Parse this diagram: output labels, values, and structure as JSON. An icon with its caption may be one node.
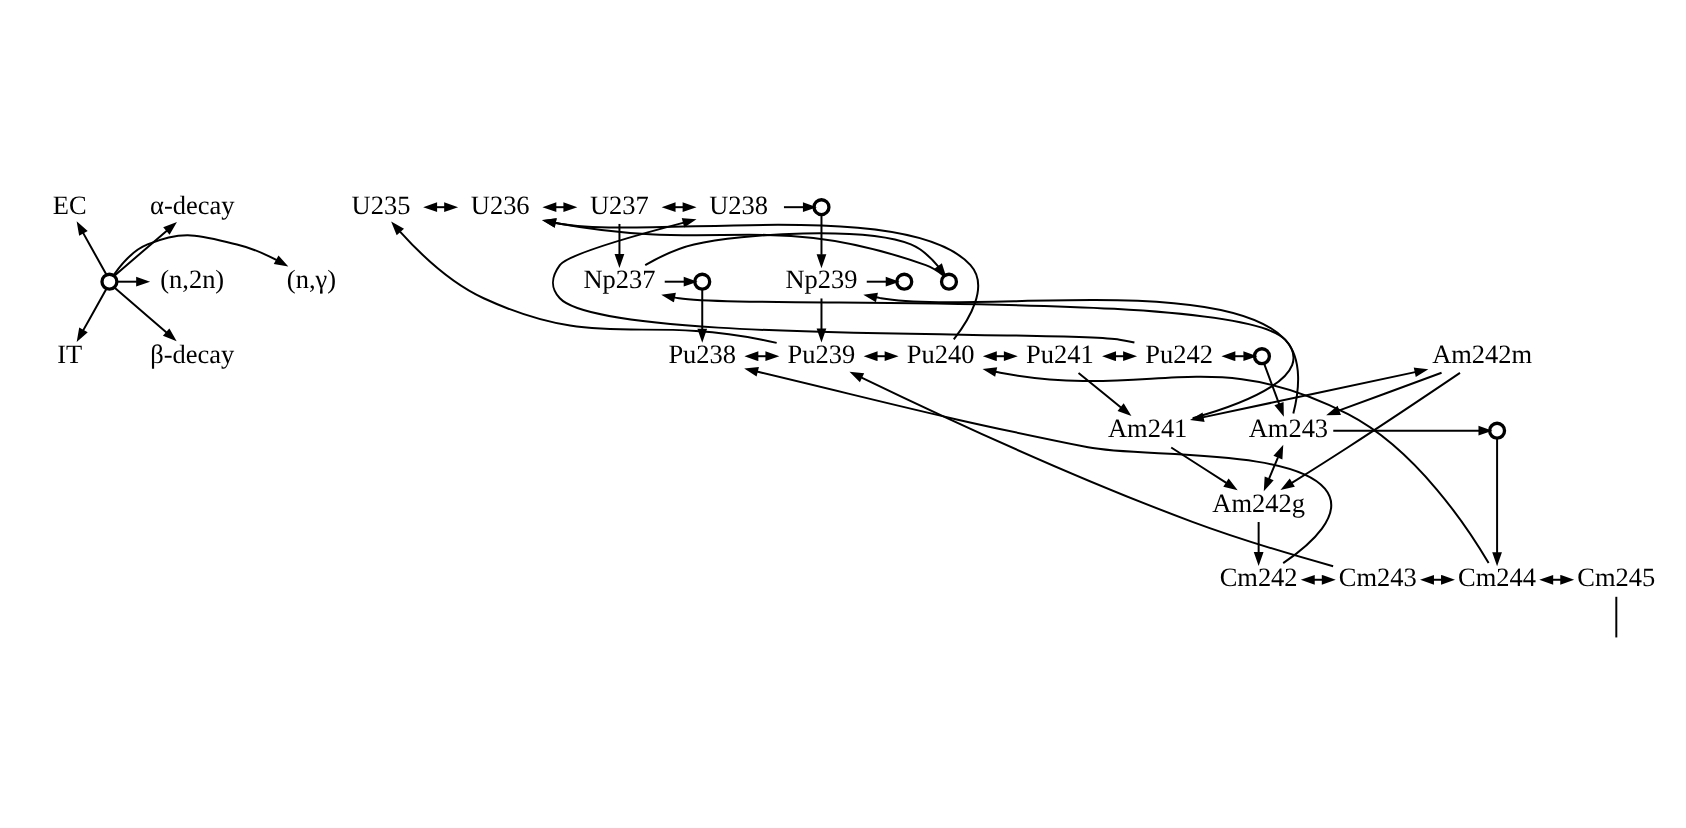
{
  "diagram": {
    "nodes": [
      {
        "text": [
          "α-decay"
        ]
      },
      {
        "text": [
          "EC"
        ]
      },
      {
        "text": [
          "(n,2n)"
        ]
      },
      {
        "text": [],
        "shape": "circle"
      },
      {
        "text": [
          "(n,γ)"
        ]
      },
      {
        "text": [
          "β-decay"
        ]
      },
      {
        "text": [
          "IT"
        ]
      },
      {
        "text": [
          "U235"
        ]
      },
      {
        "text": [
          "U236"
        ]
      },
      {
        "text": [
          "U237"
        ]
      },
      {
        "text": [
          "U238"
        ]
      },
      {
        "text": [],
        "shape": "circle"
      },
      {
        "text": [],
        "shape": "circle"
      },
      {
        "text": [
          "Np237"
        ]
      },
      {
        "text": [],
        "shape": "circle"
      },
      {
        "text": [
          "Np239"
        ]
      },
      {
        "text": [],
        "shape": "circle"
      },
      {
        "text": [
          "Pu238"
        ]
      },
      {
        "text": [
          "Pu239"
        ]
      },
      {
        "text": [
          "Pu240"
        ]
      },
      {
        "text": [
          "Pu241"
        ]
      },
      {
        "text": [
          "Pu242"
        ]
      },
      {
        "text": [],
        "shape": "circle"
      },
      {
        "text": [
          "Am242m"
        ]
      },
      {
        "text": [
          "Am241"
        ]
      },
      {
        "text": [
          "Am243"
        ]
      },
      {
        "text": [],
        "shape": "circle"
      },
      {
        "text": [
          "Am242g"
        ]
      },
      {
        "text": [
          "Cm242"
        ]
      },
      {
        "text": [
          "Cm243"
        ]
      },
      {
        "text": [
          "Cm244"
        ]
      },
      {
        "text": [
          "Cm245"
        ]
      }
    ],
    "edges": [
      {
        "from": 3,
        "to": 0,
        "arrow": "to"
      },
      {
        "from": 3,
        "to": 1,
        "arrow": "to"
      },
      {
        "from": 3,
        "to": 2,
        "arrow": "to"
      },
      {
        "from": 3,
        "to": 4,
        "arrow": "to"
      },
      {
        "from": 3,
        "to": 5,
        "arrow": "to"
      },
      {
        "from": 3,
        "to": 6,
        "arrow": "to"
      },
      {
        "from": 7,
        "to": 8,
        "arrow": "both"
      },
      {
        "from": 8,
        "to": 9,
        "arrow": "both"
      },
      {
        "from": 9,
        "to": 10,
        "arrow": "both"
      },
      {
        "from": 10,
        "to": 11,
        "arrow": "to"
      },
      {
        "from": 12,
        "to": 8,
        "arrow": "to"
      },
      {
        "from": 9,
        "to": 13,
        "arrow": "to"
      },
      {
        "from": 11,
        "to": 15,
        "arrow": "to"
      },
      {
        "from": 13,
        "to": 12,
        "arrow": "to"
      },
      {
        "from": 13,
        "to": 14,
        "arrow": "to"
      },
      {
        "from": 15,
        "to": 16,
        "arrow": "to"
      },
      {
        "from": 14,
        "to": 17,
        "arrow": "to"
      },
      {
        "from": 15,
        "to": 18,
        "arrow": "to"
      },
      {
        "from": 18,
        "to": 7,
        "arrow": "to"
      },
      {
        "from": 19,
        "to": 8,
        "arrow": "to"
      },
      {
        "from": 21,
        "to": 10,
        "arrow": "to"
      },
      {
        "from": 24,
        "to": 13,
        "arrow": "to"
      },
      {
        "from": 25,
        "to": 15,
        "arrow": "to"
      },
      {
        "from": 17,
        "to": 18,
        "arrow": "both"
      },
      {
        "from": 18,
        "to": 19,
        "arrow": "both"
      },
      {
        "from": 19,
        "to": 20,
        "arrow": "both"
      },
      {
        "from": 20,
        "to": 21,
        "arrow": "both"
      },
      {
        "from": 21,
        "to": 22,
        "arrow": "both"
      },
      {
        "from": 20,
        "to": 24,
        "arrow": "to"
      },
      {
        "from": 24,
        "to": 23,
        "arrow": "both"
      },
      {
        "from": 23,
        "to": 27,
        "arrow": "to"
      },
      {
        "from": 23,
        "to": 25,
        "arrow": "to"
      },
      {
        "from": 24,
        "to": 27,
        "arrow": "to"
      },
      {
        "from": 27,
        "to": 25,
        "arrow": "both"
      },
      {
        "from": 22,
        "to": 25,
        "arrow": "to"
      },
      {
        "from": 25,
        "to": 26,
        "arrow": "to"
      },
      {
        "from": 26,
        "to": 30,
        "arrow": "to"
      },
      {
        "from": 27,
        "to": 28,
        "arrow": "to"
      },
      {
        "from": 28,
        "to": 17,
        "arrow": "to"
      },
      {
        "from": 29,
        "to": 18,
        "arrow": "to"
      },
      {
        "from": 30,
        "to": 19,
        "arrow": "to"
      },
      {
        "from": 28,
        "to": 29,
        "arrow": "both"
      },
      {
        "from": 29,
        "to": 30,
        "arrow": "both"
      },
      {
        "from": 30,
        "to": 31,
        "arrow": "both"
      },
      {
        "from": 31,
        "to": null,
        "arrow": "none"
      }
    ]
  }
}
